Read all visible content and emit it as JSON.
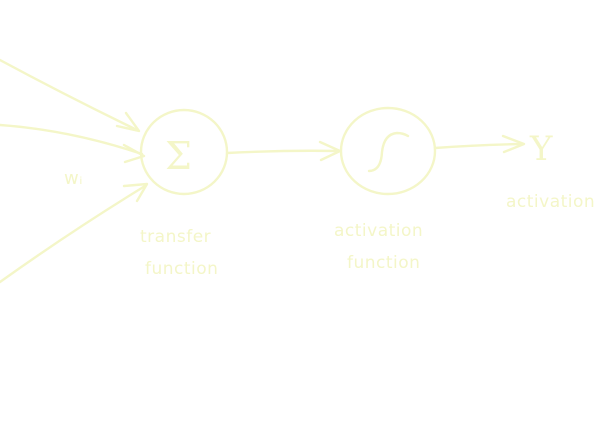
{
  "colors": {
    "stroke": "#f4f6c8",
    "background": "#ffffff"
  },
  "diagram": {
    "weights_label": "wᵢ",
    "transfer_function": {
      "symbol": "Σ",
      "label_line1": "transfer",
      "label_line2": "function"
    },
    "activation_function": {
      "label_line1": "activation",
      "label_line2": "function"
    },
    "output": {
      "symbol": "Y",
      "label": "activation"
    }
  }
}
